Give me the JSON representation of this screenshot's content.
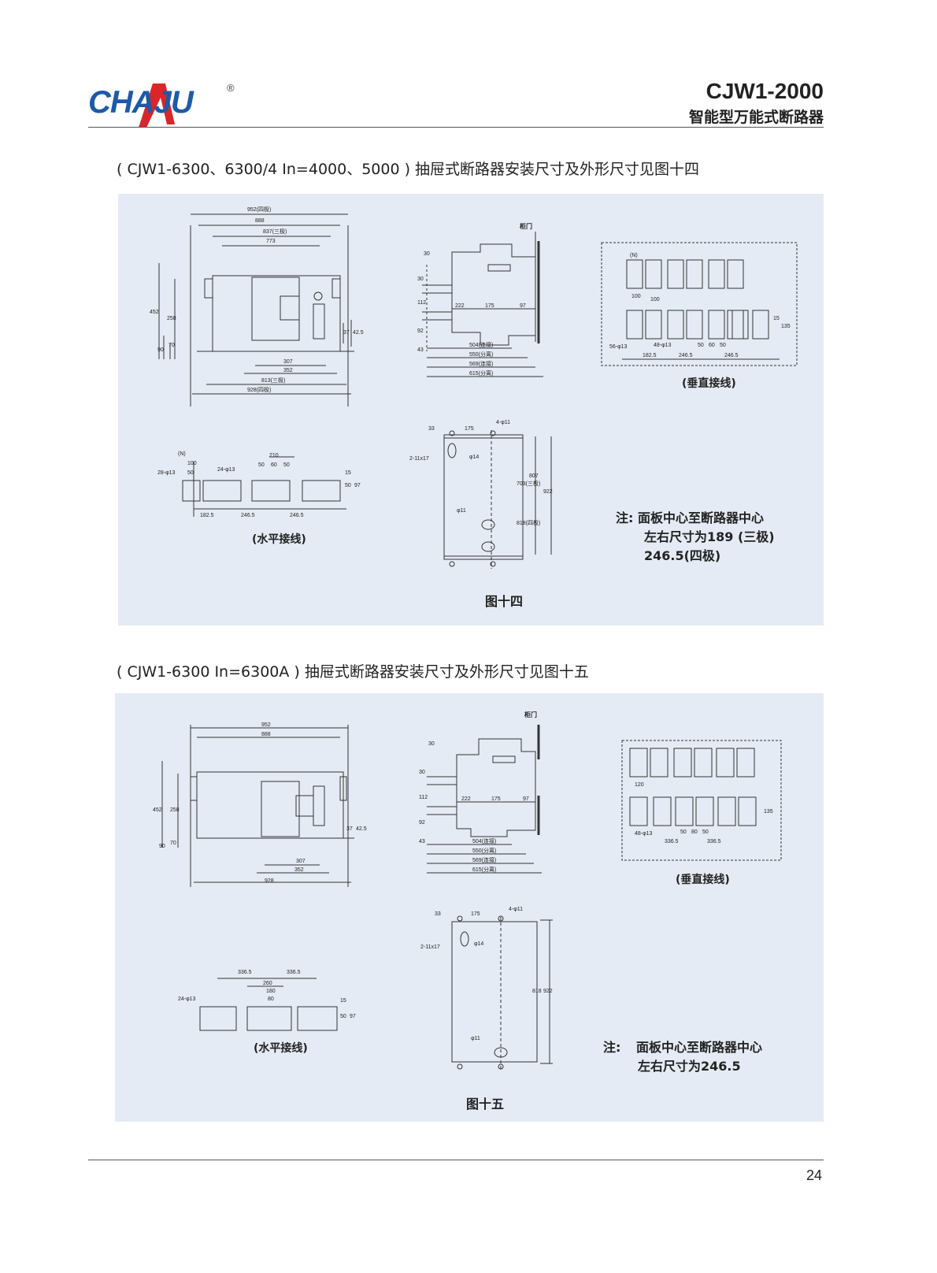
{
  "header": {
    "brand": "CHAJU",
    "registered_mark": "®",
    "model": "CJW1-2000",
    "product_name": "智能型万能式断路器"
  },
  "section1": {
    "caption": "( CJW1-6300、6300/4 In=4000、5000 ) 抽屉式断路器安装尺寸及外形尺寸见图十四",
    "cabinet_door": "柜门",
    "vertical_wiring": "(垂直接线)",
    "horizontal_wiring": "(水平接线)",
    "figure_label": "图十四",
    "note_prefix": "注:",
    "note_line1": "面板中心至断路器中心",
    "note_line2": "左右尺寸为189 (三极)",
    "note_line3": "246.5(四极)",
    "dims_front": [
      "952(四极)",
      "888",
      "837(三极)",
      "773",
      "307",
      "352",
      "813(三极)",
      "928(四极)",
      "452",
      "258",
      "90",
      "70",
      "37",
      "42.5"
    ],
    "dims_side": [
      "30",
      "30",
      "112",
      "92",
      "43",
      "222",
      "175",
      "97",
      "504(连接)",
      "550(分离)",
      "569(连接)",
      "615(分离)"
    ],
    "dims_vertical": [
      "(N)",
      "100",
      "100",
      "56-φ13",
      "48-φ13",
      "50",
      "60",
      "50",
      "182.5",
      "246.5",
      "246.5",
      "135",
      "15"
    ],
    "dims_horizontal": [
      "(N)",
      "100",
      "50",
      "28-φ13",
      "24-φ13",
      "210",
      "50",
      "60",
      "50",
      "15",
      "50",
      "97",
      "182.5",
      "246.5",
      "246.5"
    ],
    "dims_base": [
      "33",
      "175",
      "4-φ11",
      "2-11x17",
      "φ14",
      "φ11",
      "703(三极)",
      "818(四极)",
      "807",
      "922"
    ]
  },
  "section2": {
    "caption": "( CJW1-6300 In=6300A ) 抽屉式断路器安装尺寸及外形尺寸见图十五",
    "cabinet_door": "柜门",
    "vertical_wiring": "(垂直接线)",
    "horizontal_wiring": "(水平接线)",
    "figure_label": "图十五",
    "note_prefix": "注:",
    "note_line1": "面板中心至断路器中心",
    "note_line2": "左右尺寸为246.5",
    "dims_front": [
      "952",
      "888",
      "307",
      "352",
      "928",
      "452",
      "258",
      "90",
      "70",
      "37",
      "42.5"
    ],
    "dims_side": [
      "30",
      "30",
      "112",
      "92",
      "43",
      "222",
      "175",
      "97",
      "504(连接)",
      "550(分离)",
      "569(连接)",
      "615(分离)"
    ],
    "dims_vertical": [
      "120",
      "48-φ13",
      "50",
      "80",
      "50",
      "336.5",
      "336.5",
      "135"
    ],
    "dims_horizontal": [
      "336.5",
      "336.5",
      "260",
      "180",
      "80",
      "24-φ13",
      "15",
      "50",
      "97"
    ],
    "dims_base": [
      "33",
      "175",
      "4-φ11",
      "2-11x17",
      "φ14",
      "φ11",
      "818",
      "922"
    ]
  },
  "footer": {
    "page_number": "24"
  }
}
